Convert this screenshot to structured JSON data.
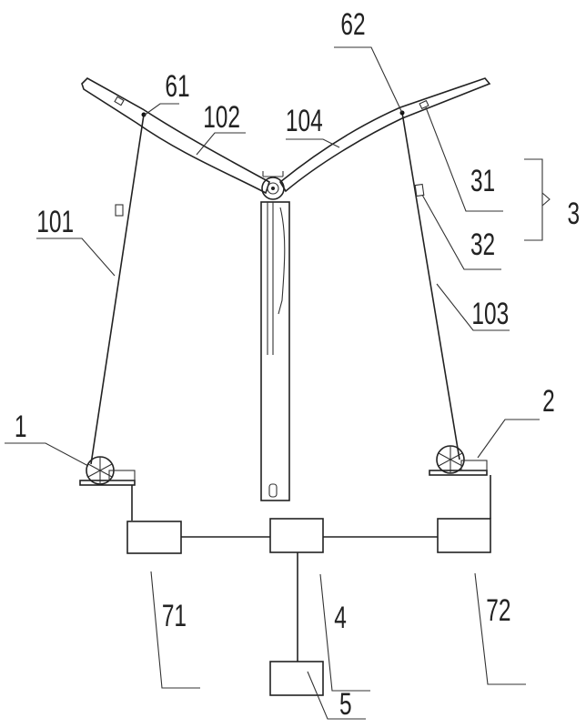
{
  "labels": {
    "winch_1": "1",
    "winch_2": "2",
    "clamp_group": "3",
    "clamp_31": "31",
    "clamp_32": "32",
    "controller": "4",
    "unit_5": "5",
    "pulley_61": "61",
    "pulley_62": "62",
    "driver_71": "71",
    "driver_72": "72",
    "cable_101": "101",
    "blade_102": "102",
    "cable_103": "103",
    "blade_104": "104"
  }
}
